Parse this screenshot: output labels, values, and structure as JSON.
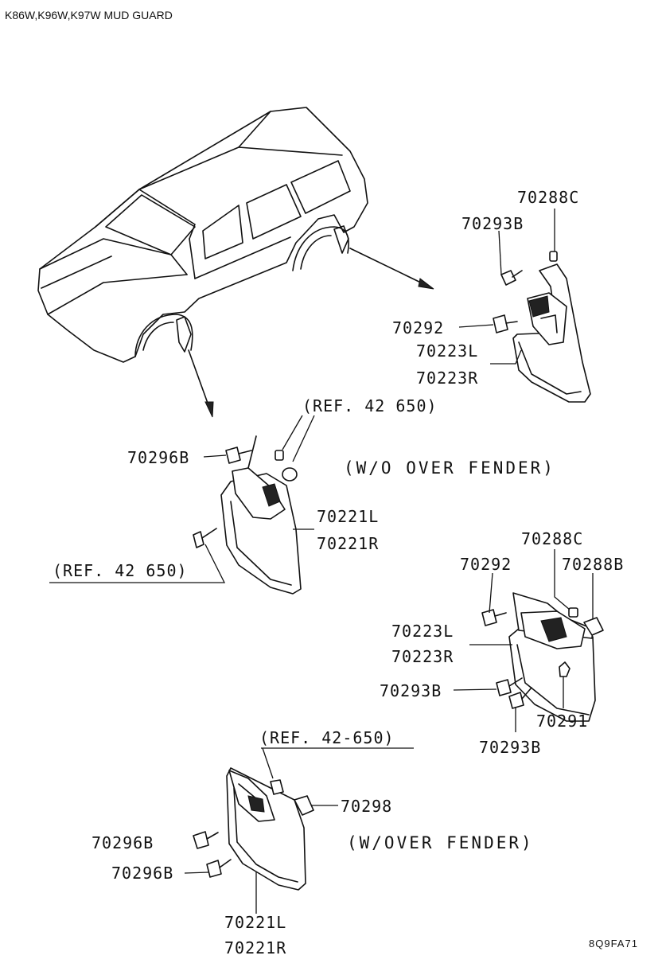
{
  "header": "K86W,K96W,K97W MUD GUARD",
  "footer_code": "8Q9FA71",
  "notes": {
    "ref_top": "(REF. 42 650)",
    "ref_left": "(REF. 42 650)",
    "ref_bottom": "(REF. 42-650)",
    "without_over_fender": "(W/O OVER FENDER)",
    "with_over_fender": "(W/OVER FENDER)"
  },
  "rear_without": {
    "p1": "70288C",
    "p2": "70293B",
    "p3": "70292",
    "p4": "70223L",
    "p5": "70223R"
  },
  "front_without": {
    "p1": "70296B",
    "p2": "70221L",
    "p3": "70221R"
  },
  "rear_with": {
    "p1": "70288C",
    "p2": "70292",
    "p3": "70288B",
    "p4": "70223L",
    "p5": "70223R",
    "p6": "70293B",
    "p7": "70291",
    "p8": "70293B"
  },
  "front_with": {
    "p1": "70298",
    "p2": "70296B",
    "p3": "70296B",
    "p4": "70221L",
    "p5": "70221R"
  }
}
